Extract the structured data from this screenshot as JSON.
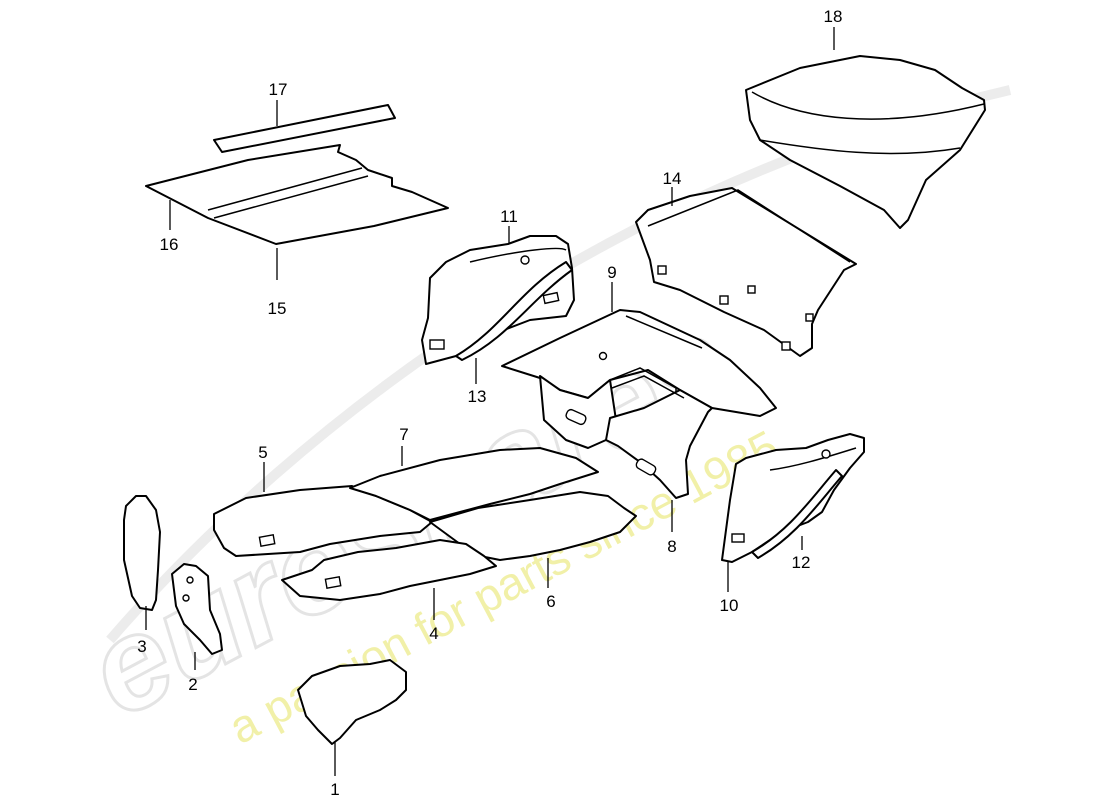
{
  "watermark": {
    "logo": "eurospares",
    "tagline": "a passion for parts since 1985"
  },
  "callouts": [
    {
      "id": "1",
      "label": "1"
    },
    {
      "id": "2",
      "label": "2"
    },
    {
      "id": "3",
      "label": "3"
    },
    {
      "id": "4",
      "label": "4"
    },
    {
      "id": "5",
      "label": "5"
    },
    {
      "id": "6",
      "label": "6"
    },
    {
      "id": "7",
      "label": "7"
    },
    {
      "id": "8",
      "label": "8"
    },
    {
      "id": "9",
      "label": "9"
    },
    {
      "id": "10",
      "label": "10"
    },
    {
      "id": "11",
      "label": "11"
    },
    {
      "id": "12",
      "label": "12"
    },
    {
      "id": "13",
      "label": "13"
    },
    {
      "id": "14",
      "label": "14"
    },
    {
      "id": "15",
      "label": "15"
    },
    {
      "id": "16",
      "label": "16"
    },
    {
      "id": "17",
      "label": "17"
    },
    {
      "id": "18",
      "label": "18"
    }
  ],
  "colors": {
    "line": "#000000",
    "background": "#ffffff",
    "watermark_logo": "#e4e4e4",
    "watermark_tagline": "#f1f0a8"
  }
}
